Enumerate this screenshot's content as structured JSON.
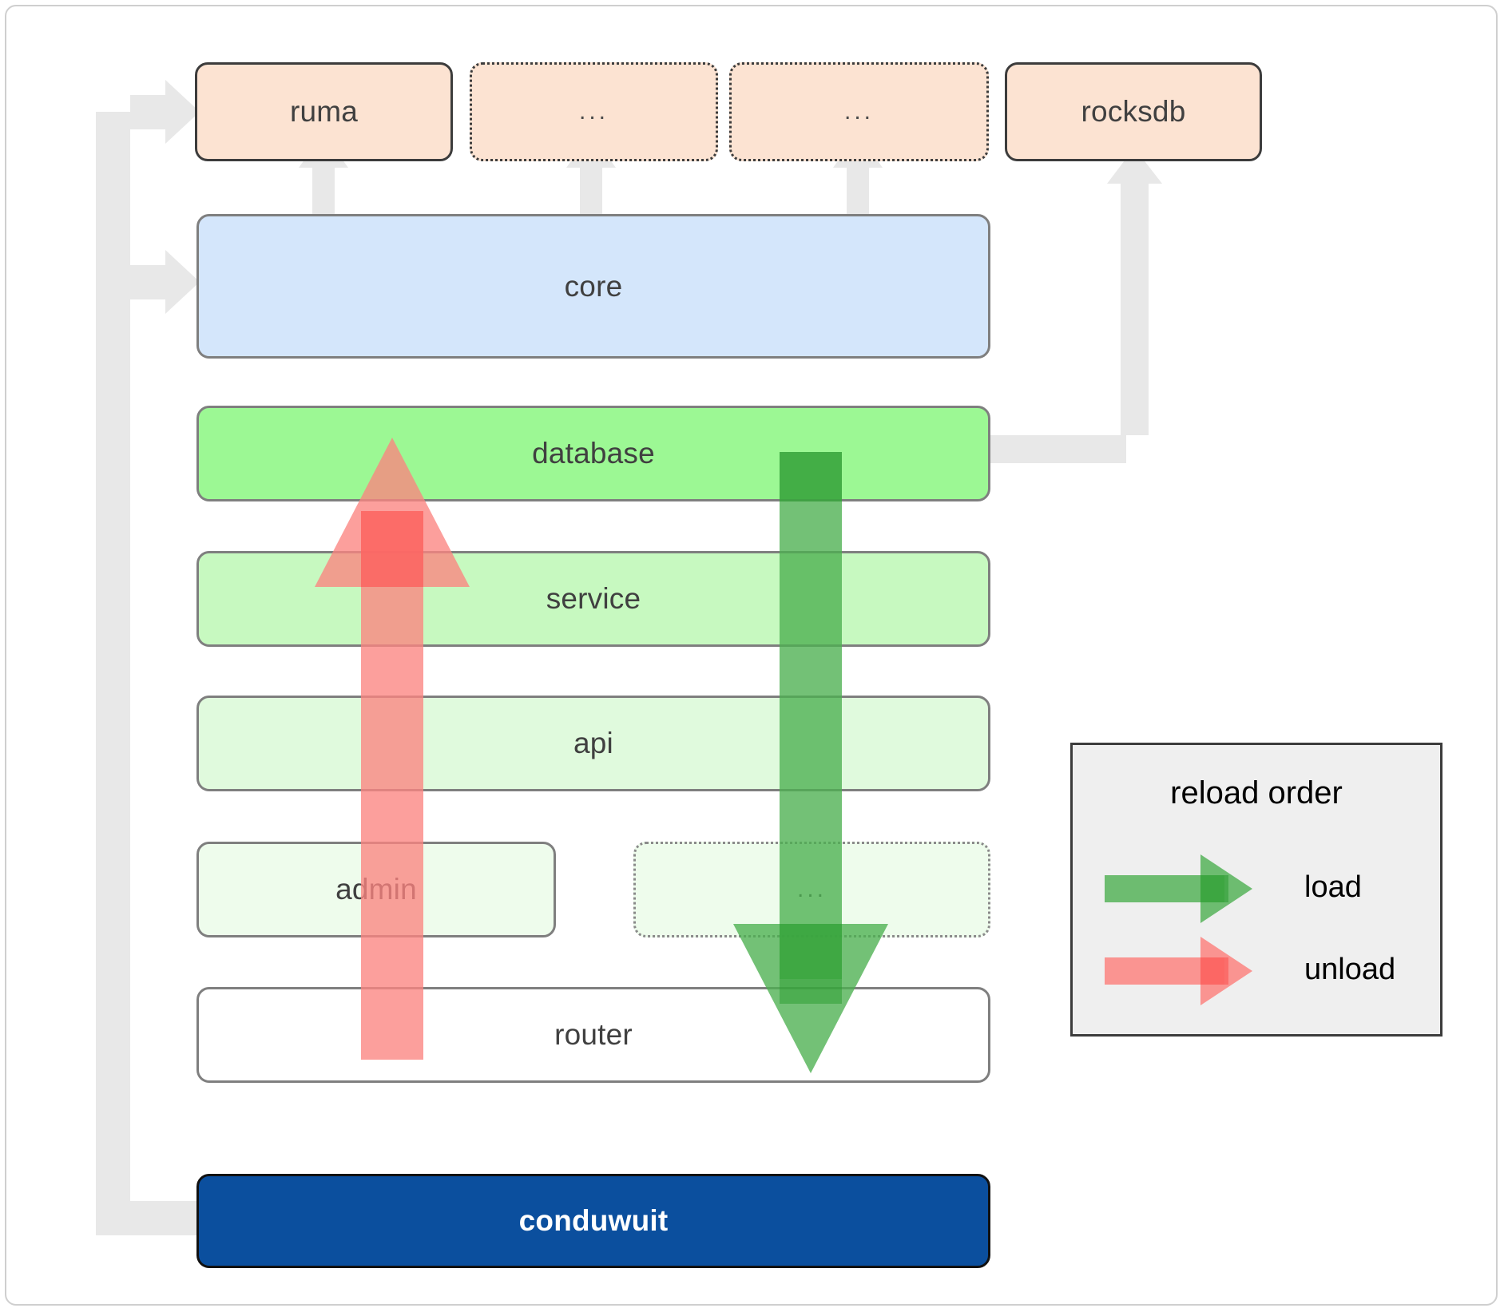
{
  "diagram": {
    "title": "conduwuit crate architecture / reload order",
    "external_crates": [
      {
        "label": "ruma",
        "style": "solid"
      },
      {
        "label": "...",
        "style": "dotted"
      },
      {
        "label": "...",
        "style": "dotted"
      },
      {
        "label": "rocksdb",
        "style": "solid"
      }
    ],
    "core": {
      "label": "core"
    },
    "layers": [
      {
        "label": "database",
        "style": "solid"
      },
      {
        "label": "service",
        "style": "solid"
      },
      {
        "label": "api",
        "style": "solid"
      }
    ],
    "leaf_row": [
      {
        "label": "admin",
        "style": "solid"
      },
      {
        "label": "...",
        "style": "dotted"
      }
    ],
    "router": {
      "label": "router"
    },
    "root": {
      "label": "conduwuit"
    },
    "legend": {
      "title": "reload order",
      "entries": [
        {
          "label": "load",
          "color": "#4caf50"
        },
        {
          "label": "unload",
          "color": "#fb8480"
        }
      ]
    },
    "arrows": {
      "load_direction": "down",
      "unload_direction": "up",
      "load_color": "#4caf50",
      "unload_color": "#fb8480",
      "dependency_color": "#e8e8e8"
    },
    "colors": {
      "crate_fill": "#fce3d2",
      "core_fill": "#d4e6fb",
      "database_fill": "#9cf894",
      "service_fill": "#c7f9c0",
      "api_fill": "#e0fadd",
      "admin_fill": "#eefcec",
      "router_fill": "#ffffff",
      "root_fill": "#0b4f9e",
      "legend_fill": "#efefef"
    }
  }
}
